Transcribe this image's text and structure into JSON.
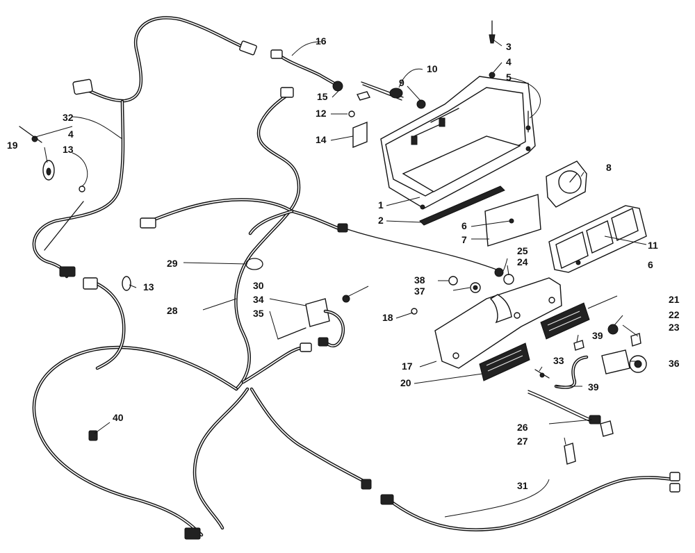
{
  "callouts": {
    "c1": "1",
    "c2": "2",
    "c3": "3",
    "c4a": "4",
    "c4b": "4",
    "c5": "5",
    "c6a": "6",
    "c6b": "6",
    "c7": "7",
    "c8": "8",
    "c9": "9",
    "c10": "10",
    "c11": "11",
    "c12": "12",
    "c13a": "13",
    "c13b": "13",
    "c14": "14",
    "c15": "15",
    "c16": "16",
    "c17": "17",
    "c18": "18",
    "c19": "19",
    "c20": "20",
    "c21": "21",
    "c22": "22",
    "c23": "23",
    "c24": "24",
    "c25": "25",
    "c26": "26",
    "c27": "27",
    "c28": "28",
    "c29": "29",
    "c30": "30",
    "c31": "31",
    "c32": "32",
    "c33": "33",
    "c34": "34",
    "c35": "35",
    "c36": "36",
    "c37": "37",
    "c38": "38",
    "c39a": "39",
    "c39b": "39",
    "c40": "40"
  }
}
